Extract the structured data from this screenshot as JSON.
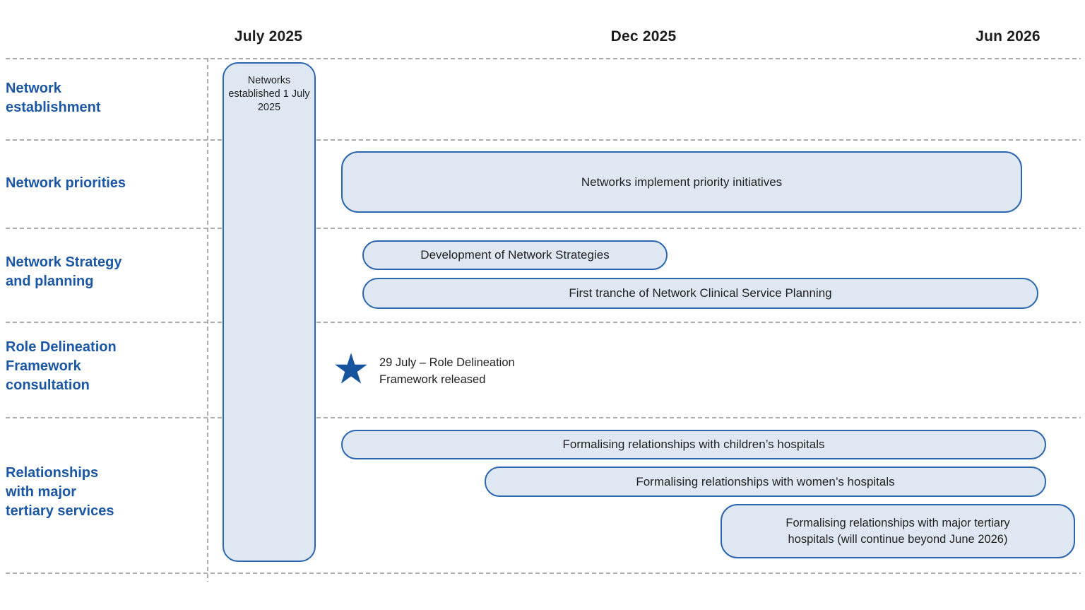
{
  "header": {
    "columns": [
      {
        "label": "July 2025"
      },
      {
        "label": "Dec 2025"
      },
      {
        "label": "Jun 2026"
      }
    ]
  },
  "rows": [
    {
      "label": "Network\nestablishment"
    },
    {
      "label": "Network priorities"
    },
    {
      "label": "Network Strategy\nand planning"
    },
    {
      "label": "Role Delineation\nFramework\nconsultation"
    },
    {
      "label": "Relationships\nwith major\ntertiary services"
    }
  ],
  "bars": {
    "networks_established": {
      "label": "Networks established 1 July 2025"
    },
    "priority_initiatives": {
      "label": "Networks implement priority initiatives"
    },
    "network_strategies": {
      "label": "Development of Network Strategies"
    },
    "first_tranche": {
      "label": "First tranche of Network Clinical Service Planning"
    },
    "children_hospitals": {
      "label": "Formalising relationships with children’s hospitals"
    },
    "women_hospitals": {
      "label": "Formalising relationships with women’s hospitals"
    },
    "tertiary_hospitals": {
      "label": "Formalising relationships with major tertiary\nhospitals (will continue beyond June 2026)"
    }
  },
  "milestone": {
    "icon": "star",
    "label": "29 July – Role Delineation\nFramework released"
  },
  "colors": {
    "row_label_blue": "#1b57a4",
    "bar_fill": "#dfe8f2",
    "bar_border": "#2b66ae",
    "star_blue": "#17549e",
    "text_dark": "#212121",
    "grid_gray": "#acacac",
    "background": "#ffffff"
  },
  "chart_data": {
    "type": "gantt",
    "title": "",
    "x_axis": {
      "ticks": [
        "July 2025",
        "Dec 2025",
        "Jun 2026"
      ],
      "range": [
        "Jun 2025",
        "Jul 2026"
      ],
      "grid": "dashed"
    },
    "rows": [
      {
        "category": "Network establishment",
        "items": [
          {
            "kind": "bar",
            "label": "Networks established 1 July 2025",
            "start": "2025-07-01",
            "end": "2025-07-15",
            "note": "vertical band spanning all rows"
          }
        ]
      },
      {
        "category": "Network priorities",
        "items": [
          {
            "kind": "bar",
            "label": "Networks implement priority initiatives",
            "start": "2025-08",
            "end": "2026-06"
          }
        ]
      },
      {
        "category": "Network Strategy and planning",
        "items": [
          {
            "kind": "bar",
            "label": "Development of Network Strategies",
            "start": "2025-08",
            "end": "2026-01"
          },
          {
            "kind": "bar",
            "label": "First tranche of Network Clinical Service Planning",
            "start": "2025-08",
            "end": "2026-06"
          }
        ]
      },
      {
        "category": "Role Delineation Framework consultation",
        "items": [
          {
            "kind": "milestone",
            "marker": "star",
            "label": "29 July – Role Delineation Framework released",
            "date": "2025-07-29"
          }
        ]
      },
      {
        "category": "Relationships with major tertiary services",
        "items": [
          {
            "kind": "bar",
            "label": "Formalising relationships with children’s hospitals",
            "start": "2025-08",
            "end": "2026-06"
          },
          {
            "kind": "bar",
            "label": "Formalising relationships with women’s hospitals",
            "start": "2025-10",
            "end": "2026-06"
          },
          {
            "kind": "bar",
            "label": "Formalising relationships with major tertiary hospitals (will continue beyond June 2026)",
            "start": "2026-01",
            "end": "2026-06",
            "note": "will continue beyond June 2026"
          }
        ]
      }
    ],
    "legend": "none"
  }
}
